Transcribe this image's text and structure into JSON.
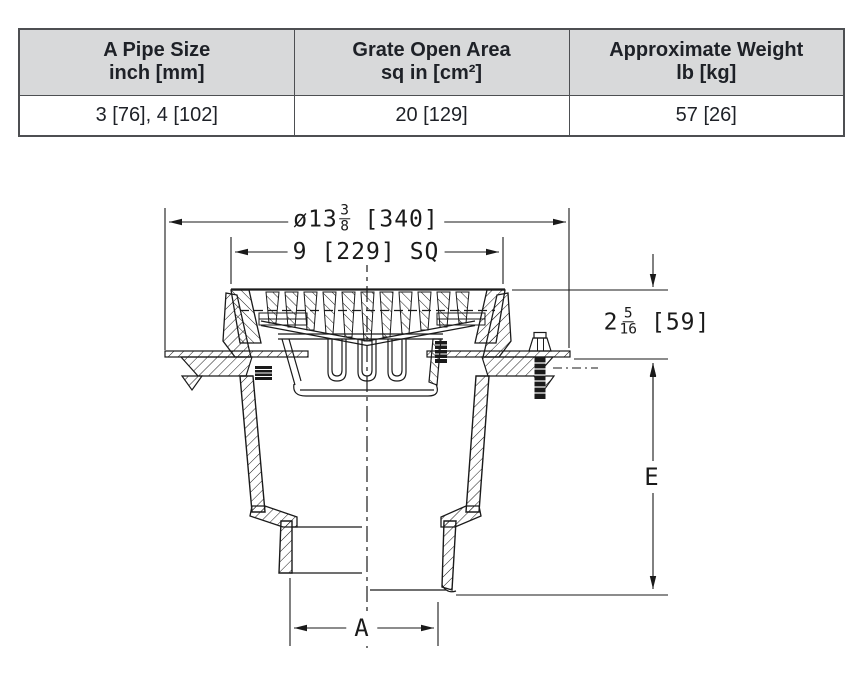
{
  "table": {
    "headers": [
      {
        "line1": "A Pipe Size",
        "line2": "inch [mm]"
      },
      {
        "line1": "Grate Open Area",
        "line2": "sq in [cm²]"
      },
      {
        "line1": "Approximate Weight",
        "line2": "lb [kg]"
      }
    ],
    "rows": [
      [
        "3 [76], 4 [102]",
        "20 [129]",
        "57 [26]"
      ]
    ]
  },
  "drawing": {
    "dim_diameter": {
      "prefix": "ø13",
      "frac_num": "3",
      "frac_den": "8",
      "metric": "[340]"
    },
    "dim_square": {
      "value": "9",
      "metric": "[229]",
      "suffix": "SQ"
    },
    "dim_rim_height": {
      "whole": "2",
      "frac_num": "5",
      "frac_den": "16",
      "metric": "[59]"
    },
    "dim_depth_label": "E",
    "dim_outlet_label": "A"
  }
}
